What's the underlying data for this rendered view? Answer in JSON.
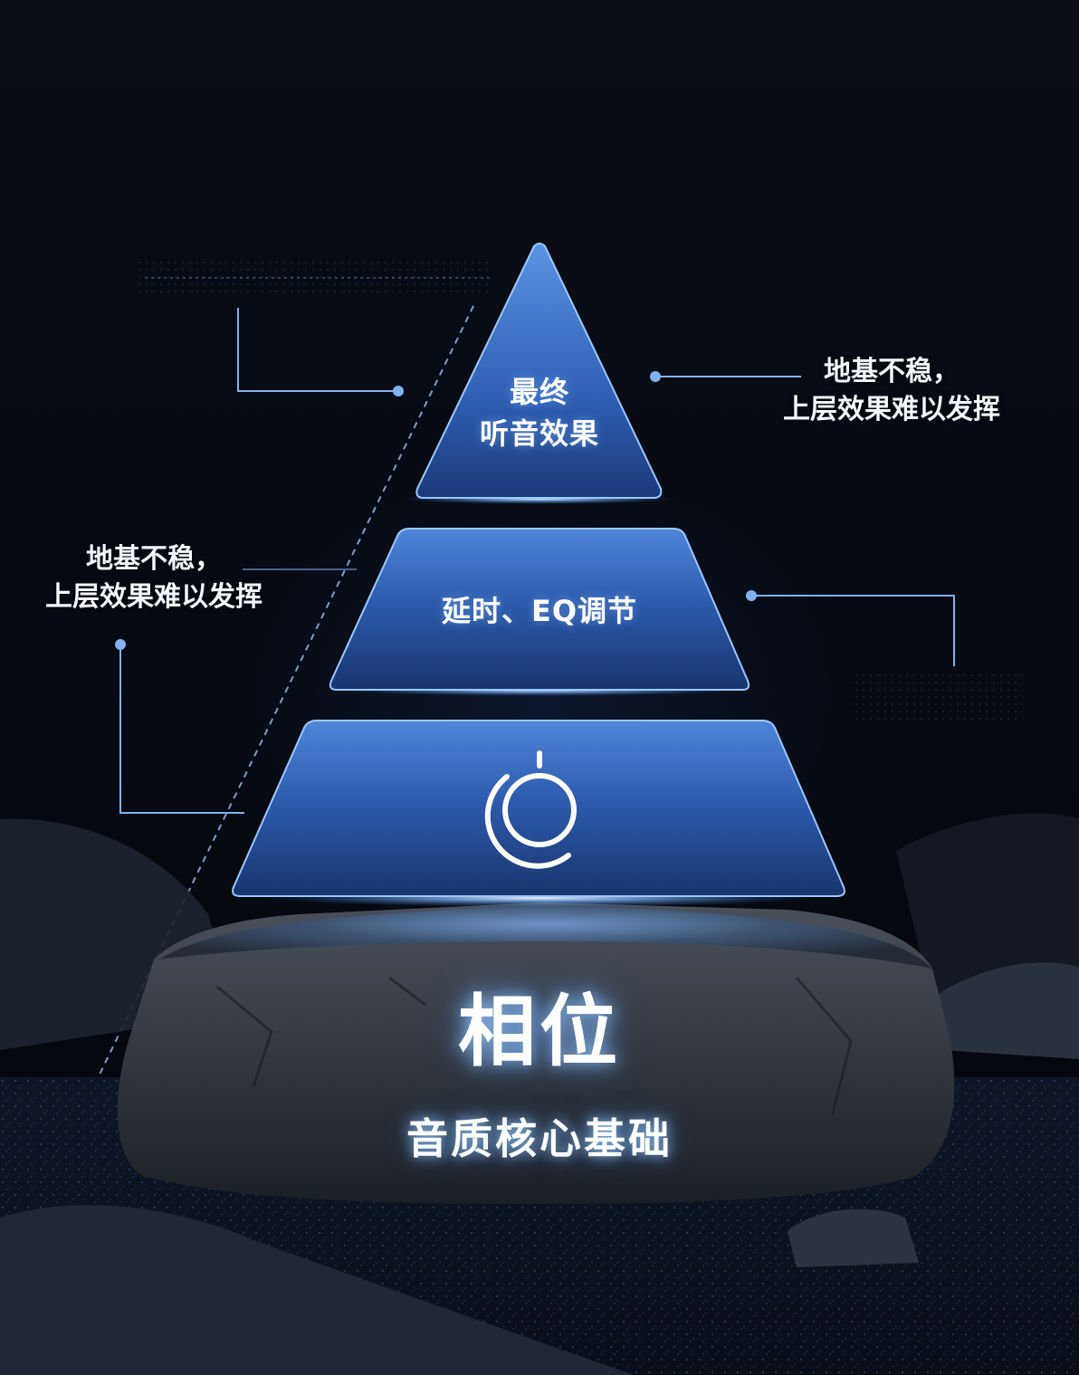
{
  "pyramid": {
    "top_tier": {
      "line1": "最终",
      "line2": "听音效果"
    },
    "middle_tier": {
      "label": "延时、EQ调节"
    },
    "bottom_tier": {
      "icon": "dial-knob-icon"
    }
  },
  "foundation": {
    "title": "相位",
    "subtitle": "音质核心基础"
  },
  "notes": {
    "right_top": {
      "line1": "地基不稳，",
      "line2": "上层效果难以发挥"
    },
    "left_middle": {
      "line1": "地基不稳，",
      "line2": "上层效果难以发挥"
    }
  },
  "colors": {
    "background": "#06090f",
    "tier_fill": "#2c5bb0",
    "tier_edge": "#8fc0ff",
    "connector": "#7fb2ee",
    "text": "#ffffff",
    "rock": "#3a3f47"
  }
}
